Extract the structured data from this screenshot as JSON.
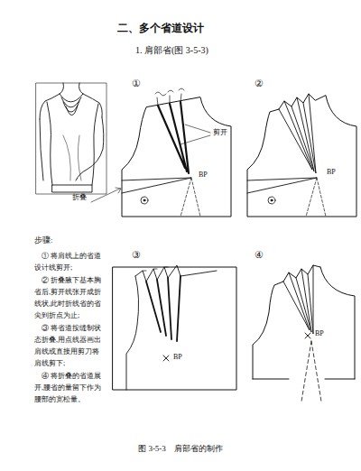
{
  "diagram": {
    "title": "二、多个省道设计",
    "caption": "图 3-5-3　肩部省的制作",
    "labels": [
      "1. 肩部省(图 3-5-3)",
      "①",
      "剪开",
      "折叠",
      "BP",
      "②",
      "BP",
      "步骤:",
      "① 将肩线上的省道设计线剪开;",
      "② 折叠腋下基本胸省后,剪开线张开成折线状,此时折线省的省尖到折点为止;",
      "③ 将省道按缝制状态折叠,用点线器画出肩线或直接用剪刀将肩线剪下;",
      "④ 将折叠的省道展开,腰省的量留下作为腰部的宽松量。",
      "③",
      "BP",
      "④",
      "BP"
    ]
  }
}
